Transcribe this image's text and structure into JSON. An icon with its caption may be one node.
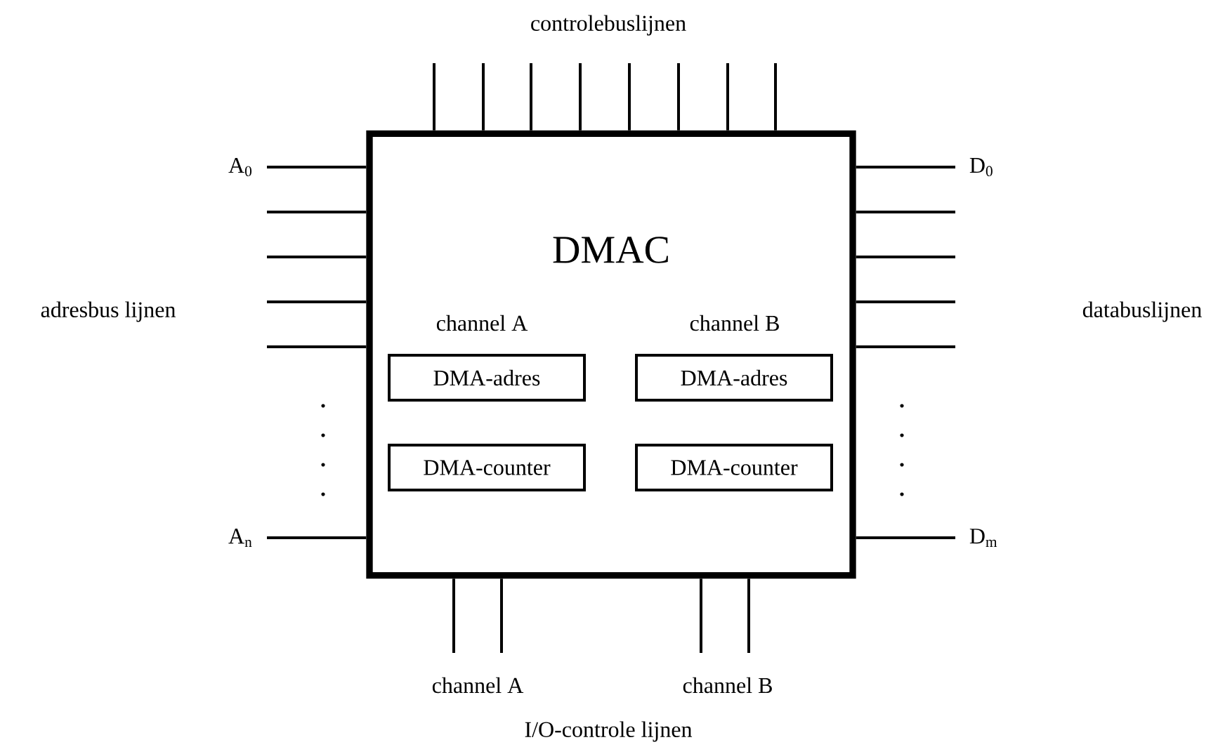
{
  "diagram": {
    "nodes": [
      {
        "text": [
          "DMAC"
        ]
      },
      {
        "text": [
          "DMA-adres"
        ],
        "in": 0
      },
      {
        "text": [
          "DMA-adres"
        ],
        "in": 0
      },
      {
        "text": [
          "DMA-counter"
        ],
        "in": 0
      },
      {
        "text": [
          "DMA-counter"
        ],
        "in": 0
      },
      {
        "text": [
          "A$_{0}$"
        ]
      },
      {
        "text": [
          "A$_{n}$"
        ]
      },
      {
        "text": [
          "D$_{0}$"
        ]
      },
      {
        "text": [
          "D$_{m}$"
        ]
      }
    ],
    "edges": [
      {
        "from": 5,
        "to": 0,
        "arrow": "none"
      },
      {
        "from": null,
        "to": 0,
        "arrow": "none"
      },
      {
        "from": null,
        "to": 0,
        "arrow": "none"
      },
      {
        "from": null,
        "to": 0,
        "arrow": "none"
      },
      {
        "from": null,
        "to": 0,
        "arrow": "none"
      },
      {
        "from": 6,
        "to": 0,
        "arrow": "none"
      },
      {
        "from": 7,
        "to": 0,
        "arrow": "none"
      },
      {
        "from": null,
        "to": 0,
        "arrow": "none"
      },
      {
        "from": null,
        "to": 0,
        "arrow": "none"
      },
      {
        "from": null,
        "to": 0,
        "arrow": "none"
      },
      {
        "from": null,
        "to": 0,
        "arrow": "none"
      },
      {
        "from": 8,
        "to": 0,
        "arrow": "none"
      },
      {
        "from": null,
        "to": 0,
        "arrow": "none"
      },
      {
        "from": null,
        "to": 0,
        "arrow": "none"
      },
      {
        "from": null,
        "to": 0,
        "arrow": "none"
      },
      {
        "from": null,
        "to": 0,
        "arrow": "none"
      },
      {
        "from": null,
        "to": 0,
        "arrow": "none"
      },
      {
        "from": null,
        "to": 0,
        "arrow": "none"
      },
      {
        "from": null,
        "to": 0,
        "arrow": "none"
      },
      {
        "from": null,
        "to": 0,
        "arrow": "none"
      },
      {
        "from": null,
        "to": 0,
        "arrow": "none"
      },
      {
        "from": null,
        "to": 0,
        "arrow": "none"
      },
      {
        "from": null,
        "to": 0,
        "arrow": "none"
      },
      {
        "from": null,
        "to": 0,
        "arrow": "none"
      }
    ],
    "labels": [
      "controlebuslijnen",
      "adresbus lijnen",
      "databuslijnen",
      "channel A",
      "channel B",
      "channel A",
      "channel B",
      "I/O-controle lijnen"
    ]
  }
}
